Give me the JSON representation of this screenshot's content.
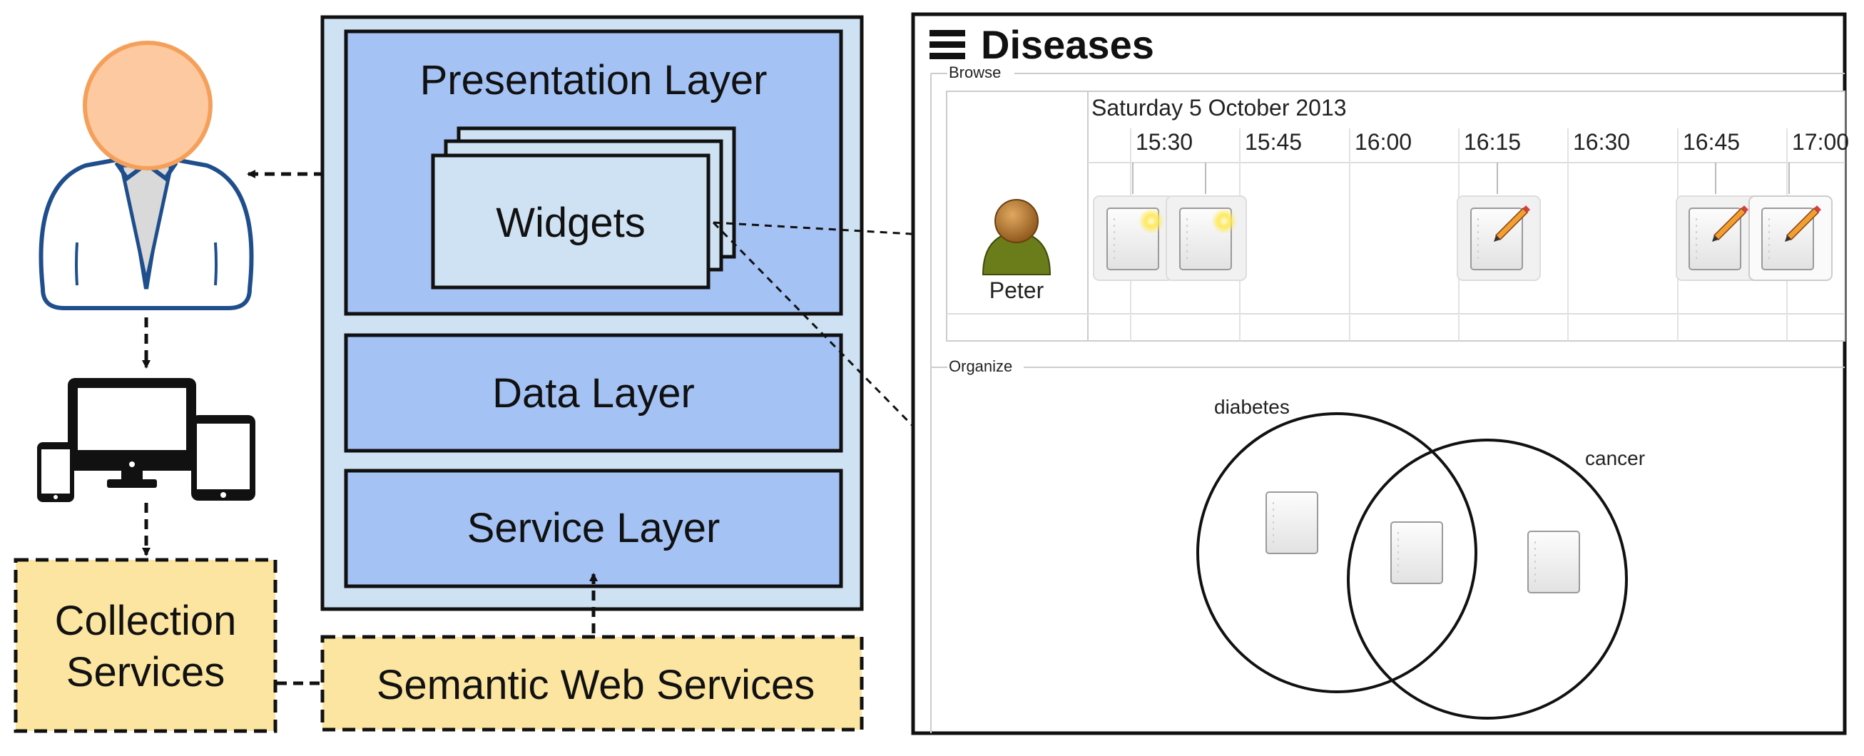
{
  "architecture": {
    "presentation_layer": "Presentation Layer",
    "widgets": "Widgets",
    "data_layer": "Data Layer",
    "service_layer": "Service Layer",
    "semantic_web_services": "Semantic Web Services",
    "collection_services_line1": "Collection",
    "collection_services_line2": "Services"
  },
  "app": {
    "title": "Diseases",
    "browse": {
      "section_label": "Browse",
      "date": "Saturday 5 October 2013",
      "times": [
        "15:30",
        "15:45",
        "16:00",
        "16:15",
        "16:30",
        "16:45",
        "17:00"
      ],
      "person": "Peter"
    },
    "organize": {
      "section_label": "Organize",
      "sets": [
        "diabetes",
        "cancer"
      ]
    }
  },
  "colors": {
    "layer_fill": "#a4c2f4",
    "outer_fill": "#cfe2f3",
    "widget_fill": "#cfe2f3",
    "service_fill": "#fce5a0",
    "avatar_face": "#fcc9a0",
    "avatar_outline": "#1f4e8c",
    "person_green": "#6b7d1a",
    "person_head": "#b87a2c"
  }
}
